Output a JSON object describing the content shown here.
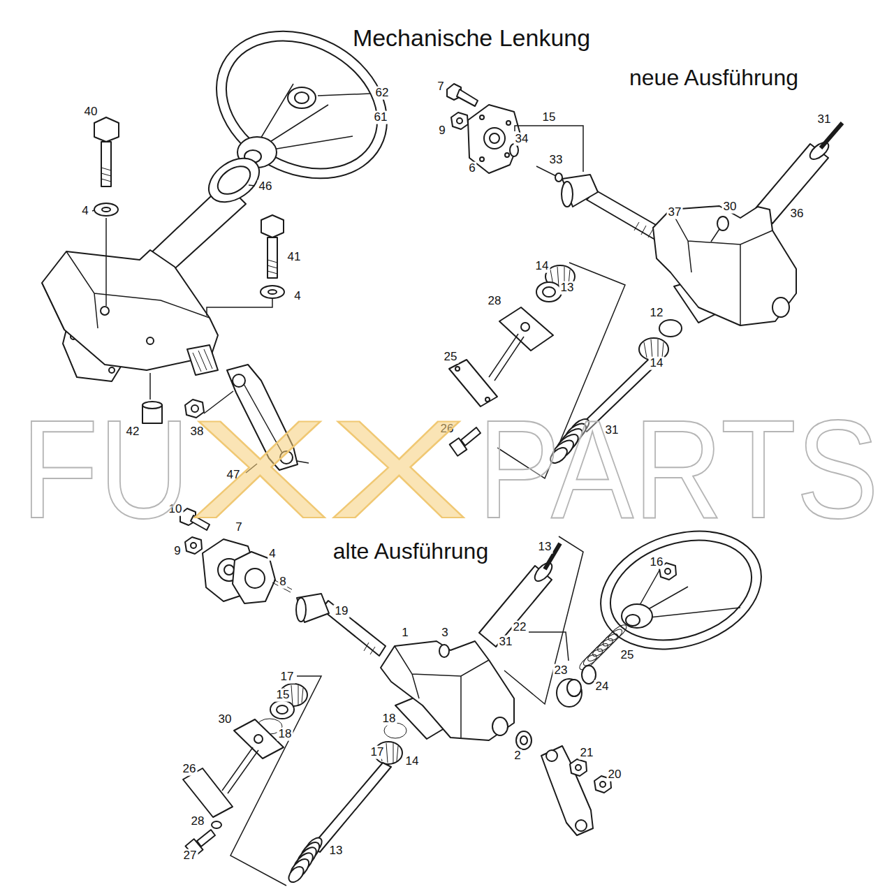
{
  "diagram": {
    "title": "Mechanische Lenkung",
    "labels": [
      "neue Ausführung",
      "alte Ausführung",
      "62",
      "61",
      "40",
      "46",
      "4",
      "41",
      "4",
      "42",
      "38",
      "47",
      "7",
      "15",
      "31",
      "9",
      "34",
      "33",
      "6",
      "30",
      "37",
      "36",
      "14",
      "13",
      "28",
      "12",
      "14",
      "25",
      "26",
      "31",
      "10",
      "7",
      "9",
      "4",
      "8",
      "13",
      "16",
      "19",
      "1",
      "3",
      "31",
      "22",
      "25",
      "23",
      "24",
      "17",
      "15",
      "30",
      "18",
      "18",
      "17",
      "14",
      "2",
      "21",
      "20",
      "26",
      "28",
      "27",
      "13",
      "FU",
      "XX",
      "PARTS"
    ]
  }
}
